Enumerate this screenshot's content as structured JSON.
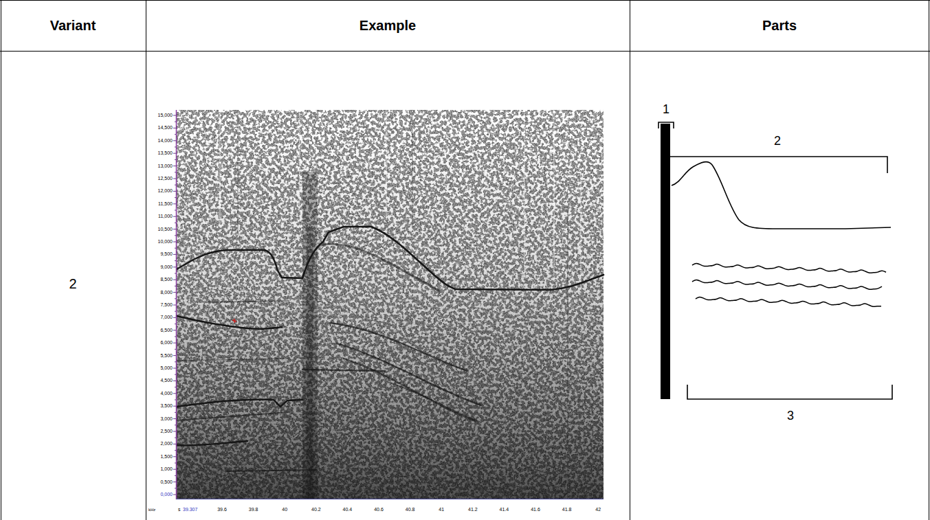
{
  "diagram": {
    "labels": [
      "Variant",
      "Example",
      "Parts",
      "2",
      "15,000",
      "14,500",
      "14,000",
      "13,500",
      "13,000",
      "12,500",
      "12,000",
      "11,500",
      "11,000",
      "10,500",
      "10,000",
      "9,500",
      "9,000",
      "8,500",
      "8,000",
      "7,500",
      "7,000",
      "6,500",
      "6,000",
      "5,500",
      "5,000",
      "4,500",
      "4,000",
      "3,500",
      "3,000",
      "2,500",
      "2,000",
      "1,500",
      "1,000",
      "0,500",
      "0,000",
      "kHz",
      "s",
      "39.307",
      "39.6",
      "39.8",
      "40",
      "40.2",
      "40.4",
      "40.6",
      "40.8",
      "41",
      "41.2",
      "41.4",
      "41.6",
      "41.8",
      "42",
      "1",
      "2",
      "3"
    ]
  }
}
